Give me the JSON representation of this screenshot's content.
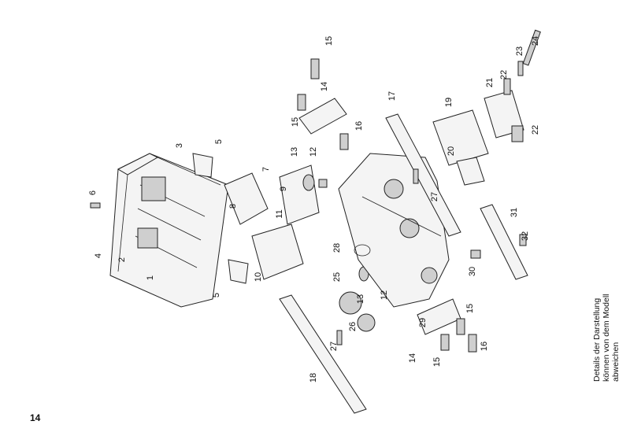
{
  "page_number": "14",
  "note": {
    "line1": "Details der Darstellung",
    "line2": "können von dem Modell",
    "line3": "abweichen"
  },
  "labels": [
    "15",
    "14",
    "15",
    "16",
    "6",
    "3",
    "5",
    "7",
    "13",
    "12",
    "9",
    "8",
    "11",
    "4",
    "2",
    "1",
    "5",
    "10",
    "28",
    "25",
    "13",
    "12",
    "26",
    "27",
    "18",
    "29",
    "14",
    "15",
    "15",
    "16",
    "17",
    "19",
    "20",
    "27",
    "21",
    "22",
    "23",
    "24",
    "22",
    "31",
    "32",
    "30"
  ]
}
